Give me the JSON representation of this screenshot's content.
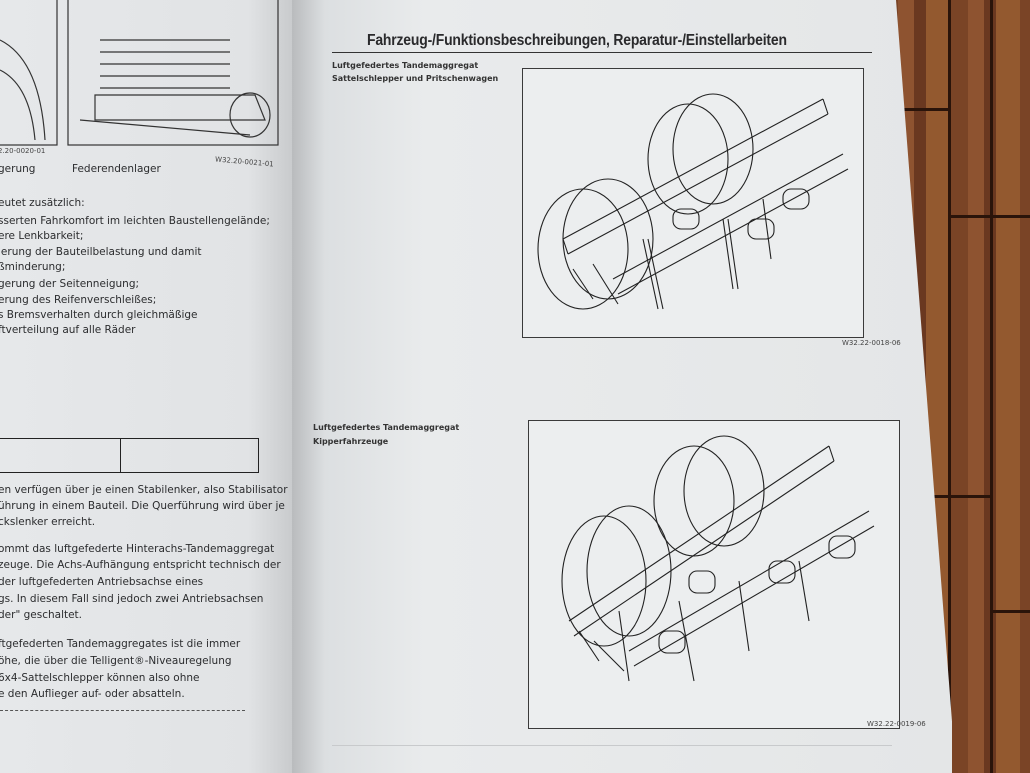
{
  "left_page": {
    "figure_codes": [
      "2.20-0020-01",
      "W32.20-0021-01"
    ],
    "figure_captions": [
      "gerung",
      "Federendenlager"
    ],
    "list_intro": "eutet zusätzlich:",
    "list_lines": [
      "sserten Fahrkomfort im leichten Baustellengelände;",
      "ere Lenkbarkeit;",
      "ierung der Bauteilbelastung und damit",
      "ßminderung;",
      "gerung der Seitenneigung;",
      "erung des Reifenverschleißes;",
      "s Bremsverhalten durch gleichmäßige",
      "ftverteilung auf alle Räder"
    ],
    "paragraph1": [
      "en verfügen über je einen Stabilenker, also Stabilisator",
      "ührung in einem Bauteil. Die Querführung wird über je",
      "ckslenker erreicht."
    ],
    "paragraph2": [
      "ommt das luftgefederte Hinterachs-Tandemaggregat",
      "zeuge. Die Achs-Aufhängung entspricht technisch der",
      "der luftgefederten Antriebsachse eines",
      "gs. In diesem Fall sind jedoch zwei Antriebsachsen",
      "der\" geschaltet."
    ],
    "paragraph3": [
      "ftgefederten Tandemaggregates ist die immer",
      "öhe, die über die Telligent®-Niveauregelung",
      "6x4-Sattelschlepper können also ohne",
      "e den Auflieger auf- oder absatteln."
    ]
  },
  "right_page": {
    "heading": "Fahrzeug-/Funktionsbeschreibungen, Reparatur-/Einstellarbeiten",
    "figures": [
      {
        "caption_line1": "Luftgefedertes Tandemaggregat",
        "caption_line2": "Sattelschlepper und Pritschenwagen",
        "code": "W32.22-0018-06"
      },
      {
        "caption_line1": "Luftgefedertes Tandemaggregat",
        "caption_line2": "Kipperfahrzeuge",
        "code": "W32.22-0019-06"
      }
    ]
  }
}
